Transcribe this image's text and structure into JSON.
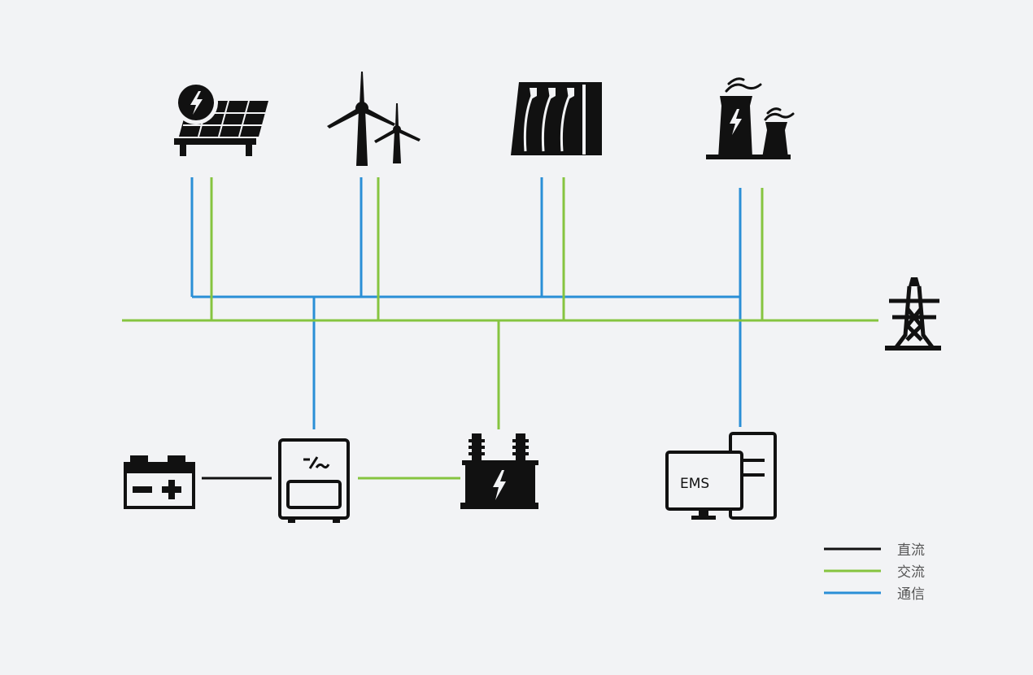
{
  "colors": {
    "background": "#f2f3f5",
    "dc": "#111111",
    "ac": "#86c440",
    "comm": "#2a8fd6",
    "icon": "#111111"
  },
  "nodes": [
    {
      "id": "solar",
      "icon": "solar-panel-icon"
    },
    {
      "id": "wind",
      "icon": "wind-turbine-icon"
    },
    {
      "id": "hydro",
      "icon": "hydro-dam-icon"
    },
    {
      "id": "thermal",
      "icon": "thermal-power-plant-icon"
    },
    {
      "id": "grid",
      "icon": "transmission-tower-icon"
    },
    {
      "id": "battery",
      "icon": "battery-icon"
    },
    {
      "id": "converter",
      "icon": "power-converter-icon"
    },
    {
      "id": "transformer",
      "icon": "transformer-icon"
    },
    {
      "id": "ems",
      "icon": "ems-computer-icon",
      "label": "EMS"
    }
  ],
  "legend": [
    {
      "key": "dc",
      "label": "直流",
      "color": "#111111"
    },
    {
      "key": "ac",
      "label": "交流",
      "color": "#86c440"
    },
    {
      "key": "comm",
      "label": "通信",
      "color": "#2a8fd6"
    }
  ]
}
